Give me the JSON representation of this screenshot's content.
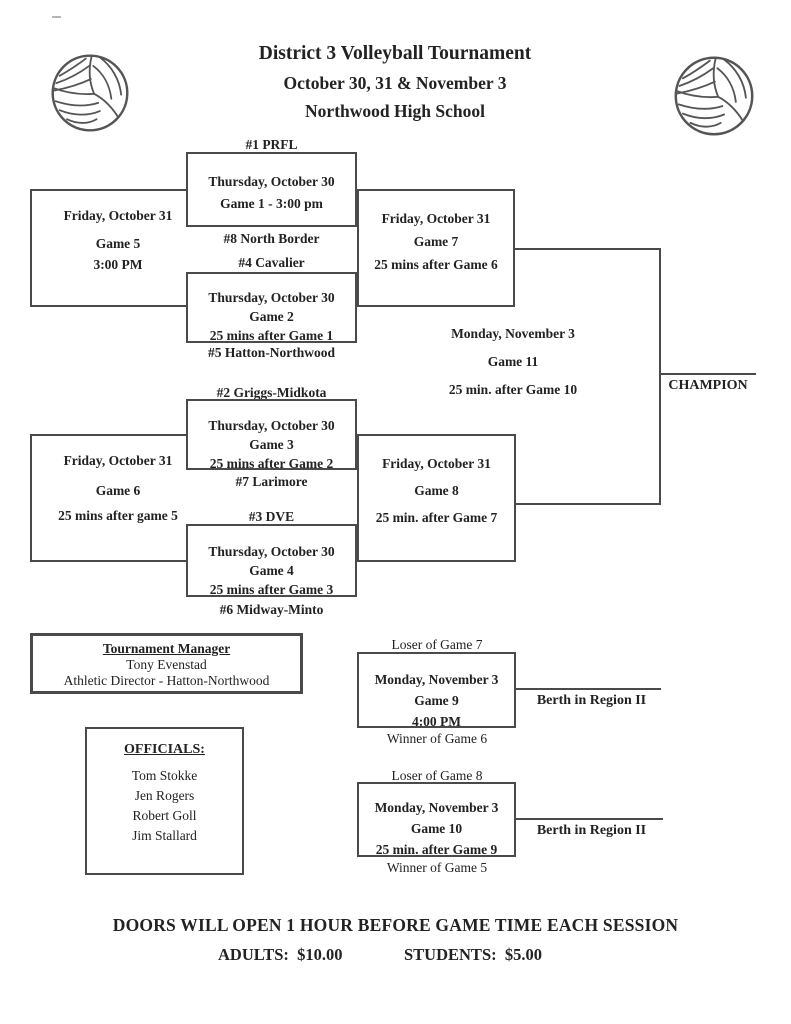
{
  "header": {
    "title": "District 3 Volleyball Tournament",
    "dates": "October 30, 31 & November 3",
    "venue": "Northwood High School"
  },
  "bracket": {
    "seed1": "#1 PRFL",
    "seed8": "#8 North Border",
    "seed4": "#4 Cavalier",
    "seed5": "#5 Hatton-Northwood",
    "seed2": "#2 Griggs-Midkota",
    "seed7": "#7 Larimore",
    "seed3": "#3 DVE",
    "seed6": "#6 Midway-Minto",
    "game1": {
      "l1": "Thursday, October 30",
      "l2": "Game 1 - 3:00 pm"
    },
    "game2": {
      "l1": "Thursday, October 30",
      "l2": "Game 2",
      "l3": "25 mins after Game 1"
    },
    "game3": {
      "l1": "Thursday, October 30",
      "l2": "Game 3",
      "l3": "25 mins after Game 2"
    },
    "game4": {
      "l1": "Thursday, October 30",
      "l2": "Game 4",
      "l3": "25 mins after Game 3"
    },
    "game5": {
      "l1": "Friday, October 31",
      "l2": "Game 5",
      "l3": "3:00 PM"
    },
    "game6": {
      "l1": "Friday, October 31",
      "l2": "Game 6",
      "l3": "25 mins after game 5"
    },
    "game7": {
      "l1": "Friday, October 31",
      "l2": "Game 7",
      "l3": "25 mins after Game 6"
    },
    "game8": {
      "l1": "Friday, October 31",
      "l2": "Game 8",
      "l3": "25 min. after Game 7"
    },
    "game11": {
      "l1": "Monday, November 3",
      "l2": "Game 11",
      "l3": "25 min. after Game 10"
    },
    "champion": "CHAMPION"
  },
  "consolation": {
    "game9": {
      "top": "Loser of Game 7",
      "l1": "Monday, November 3",
      "l2": "Game 9",
      "l3": "4:00 PM",
      "bottom": "Winner of Game 6",
      "berth": "Berth in Region II"
    },
    "game10": {
      "top": "Loser of Game 8",
      "l1": "Monday, November 3",
      "l2": "Game 10",
      "l3": "25 min. after Game 9",
      "bottom": "Winner of Game 5",
      "berth": "Berth in Region II"
    }
  },
  "manager": {
    "heading": "Tournament Manager",
    "name": "Tony Evenstad",
    "role": "Athletic Director - Hatton-Northwood"
  },
  "officials": {
    "heading": "OFFICIALS:",
    "names": [
      "Tom Stokke",
      "Jen Rogers",
      "Robert Goll",
      "Jim Stallard"
    ]
  },
  "footer": {
    "doors": "DOORS WILL OPEN 1 HOUR BEFORE GAME TIME EACH SESSION",
    "adults": "ADULTS:  $10.00",
    "students": "STUDENTS:  $5.00"
  },
  "icons": {
    "top_left": "volleyball-icon",
    "top_right": "volleyball-icon"
  },
  "colors": {
    "ink": "#222222",
    "line": "#4a4a4a",
    "paper": "#ffffff"
  }
}
